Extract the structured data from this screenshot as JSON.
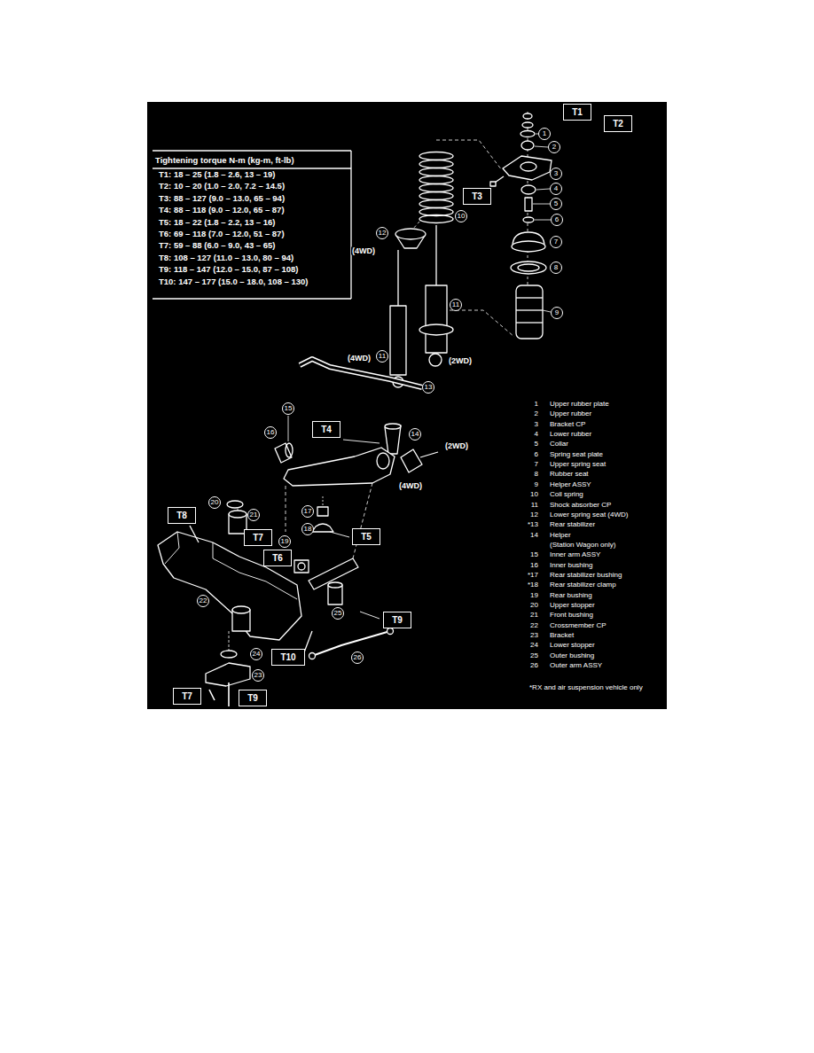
{
  "diagram": {
    "nodes": [
      {
        "text": [
          "T1"
        ]
      },
      {
        "text": [
          "T2"
        ]
      },
      {
        "text": [
          "T3"
        ]
      },
      {
        "text": [
          "T4"
        ]
      },
      {
        "text": [
          "T8"
        ]
      },
      {
        "text": [
          "T7"
        ]
      },
      {
        "text": [
          "T5"
        ]
      },
      {
        "text": [
          "T6"
        ]
      },
      {
        "text": [
          "T9"
        ]
      },
      {
        "text": [
          "T10"
        ]
      },
      {
        "text": [
          "T7"
        ]
      },
      {
        "text": [
          "T9"
        ]
      }
    ],
    "labels": [
      "Tightening torque  N-m (kg-m, ft-lb)",
      "T1:  18 – 25 (1.8 – 2.6, 13 – 19)",
      "T2:  10 – 20 (1.0 – 2.0, 7.2 – 14.5)",
      "T3:  88 – 127 (9.0 – 13.0, 65 – 94)",
      "T4:  88 – 118 (9.0 – 12.0, 65 – 87)",
      "T5:  18 – 22 (1.8 – 2.2, 13 – 16)",
      "T6:  69 – 118 (7.0 – 12.0, 51 – 87)",
      "T7:  59 – 88 (6.0 – 9.0, 43 – 65)",
      "T8:  108 – 127 (11.0 – 13.0, 80 – 94)",
      "T9:  118 – 147 (12.0 – 15.0, 87 – 108)",
      "T10:  147 – 177 (15.0 – 18.0, 108 – 130)",
      "1",
      "2",
      "3",
      "4",
      "5",
      "6",
      "7",
      "8",
      "9",
      "10",
      "11",
      "11",
      "12",
      "13",
      "14",
      "15",
      "16",
      "17",
      "18",
      "19",
      "20",
      "21",
      "22",
      "23",
      "24",
      "25",
      "26",
      "(4WD)",
      "(4WD)",
      "(2WD)",
      "(2WD)",
      "(4WD)",
      "1",
      "Upper rubber plate",
      "2",
      "Upper rubber",
      "3",
      "Bracket CP",
      "4",
      "Lower rubber",
      "5",
      "Collar",
      "6",
      "Spring seat plate",
      "7",
      "Upper spring seat",
      "8",
      "Rubber seat",
      "9",
      "Helper ASSY",
      "10",
      "Coil spring",
      "11",
      "Shock absorber CP",
      "12",
      "Lower spring seat (4WD)",
      "*13",
      "Rear stabilizer",
      "14",
      "Helper",
      "(Station Wagon only)",
      "15",
      "Inner arm ASSY",
      "16",
      "Inner bushing",
      "*17",
      "Rear stabilizer bushing",
      "*18",
      "Rear stabilizer clamp",
      "19",
      "Rear bushing",
      "20",
      "Upper stopper",
      "21",
      "Front bushing",
      "22",
      "Crossmember CP",
      "23",
      "Bracket",
      "24",
      "Lower stopper",
      "25",
      "Outer bushing",
      "26",
      "Outer arm ASSY",
      "*RX and air suspension vehicle only"
    ]
  }
}
